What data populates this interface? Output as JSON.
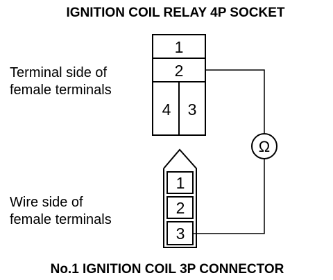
{
  "diagram": {
    "title_top": "IGNITION COIL RELAY 4P SOCKET",
    "title_bottom": "No.1 IGNITION COIL 3P CONNECTOR",
    "relay_socket": {
      "side_label_line1": "Terminal side of",
      "side_label_line2": "female terminals",
      "pins": [
        "1",
        "2",
        "4",
        "3"
      ]
    },
    "coil_connector": {
      "side_label_line1": "Wire side of",
      "side_label_line2": "female terminals",
      "pins": [
        "1",
        "2",
        "3"
      ]
    },
    "ohmmeter": {
      "symbol": "Ω",
      "icon": "ohmmeter-icon"
    },
    "colors": {
      "line": "#000000",
      "background": "#ffffff"
    }
  }
}
